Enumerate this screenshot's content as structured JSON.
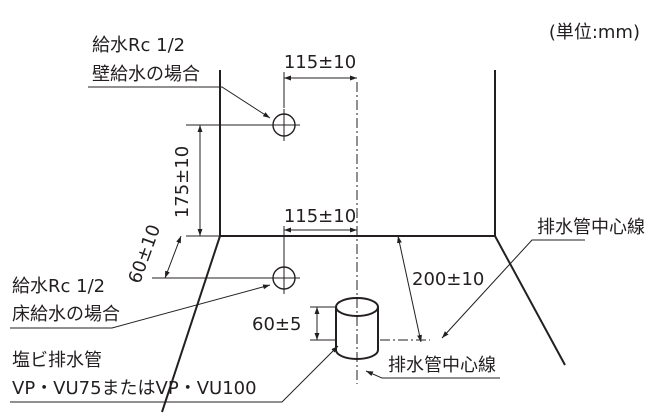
{
  "unit_label": "(単位:mm)",
  "wall_supply": {
    "line1": "給水Rc 1/2",
    "line2": "壁給水の場合"
  },
  "floor_supply": {
    "line1": "給水Rc 1/2",
    "line2": "床給水の場合"
  },
  "drain_pipe": {
    "line1": "塩ビ排水管",
    "line2": "VP・VU75またはVP・VU100"
  },
  "dimensions": {
    "wall_offset": "115±10",
    "floor_offset": "115±10",
    "wall_height": "175±10",
    "floor_depth": "60±10",
    "drain_distance": "200±10",
    "pipe_height": "60±5"
  },
  "drain_center_top": "排水管中心線",
  "drain_center_bottom": "排水管中心線"
}
